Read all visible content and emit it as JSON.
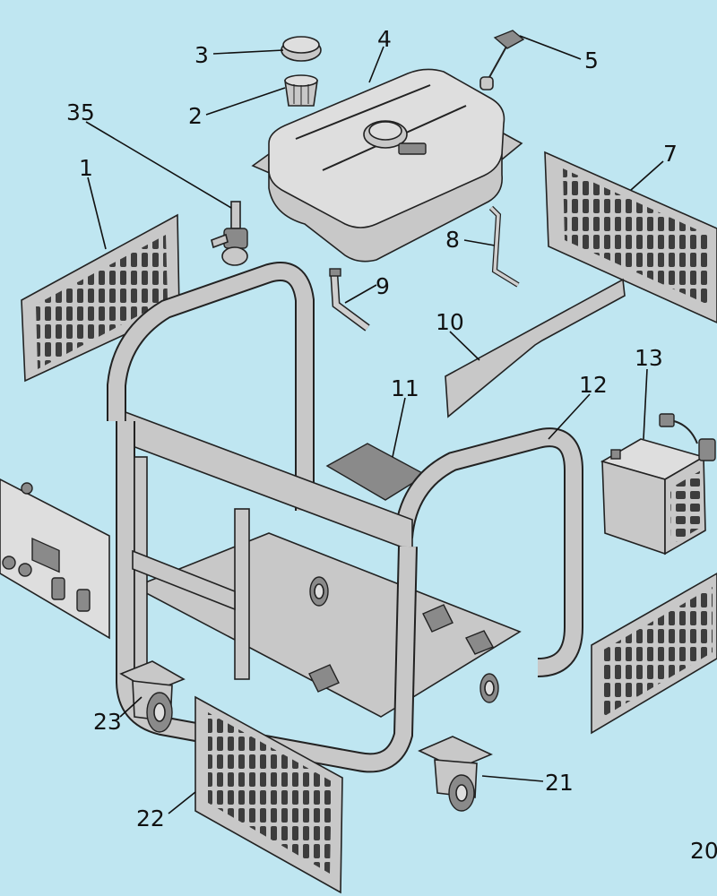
{
  "diagram": {
    "labels": {
      "l1": "1",
      "l2": "2",
      "l3": "3",
      "l4": "4",
      "l5": "5",
      "l7": "7",
      "l8": "8",
      "l9": "9",
      "l10": "10",
      "l11": "11",
      "l12": "12",
      "l13": "13",
      "l21": "21",
      "l22": "22",
      "l23": "23",
      "l35": "35",
      "page": "20"
    },
    "colors": {
      "background": "#bfe6f1",
      "part_fill": "#c8c8c8",
      "outline": "#222222"
    }
  }
}
